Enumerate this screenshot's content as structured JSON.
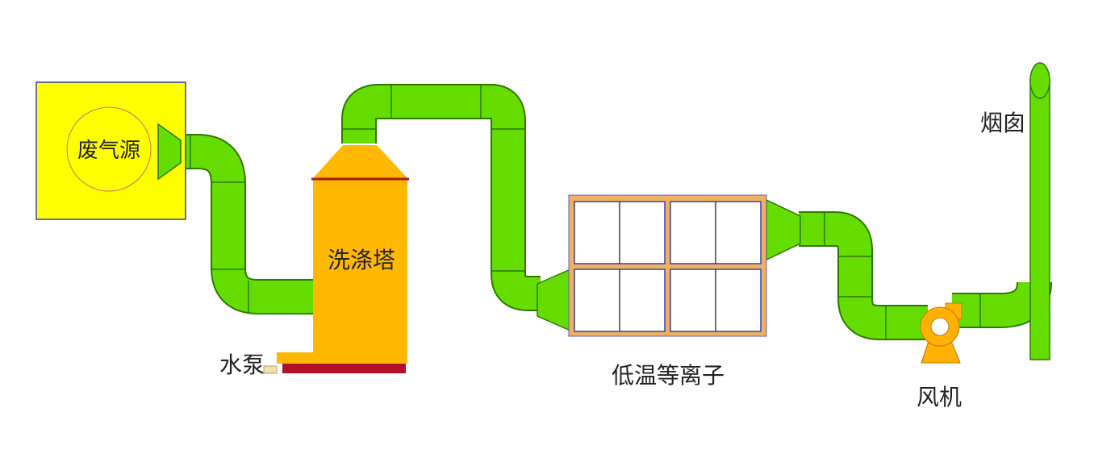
{
  "labels": {
    "source": "废气源",
    "scrubber": "洗涤塔",
    "pump": "水泵",
    "plasma": "低温等离子",
    "fan": "风机",
    "chimney": "烟囱"
  },
  "colors": {
    "pipe": "#66dd00",
    "pipe_stroke": "#2d7a00",
    "source_fill": "#ffff00",
    "source_stroke": "#3344aa",
    "tower_fill": "#ffb800",
    "tower_band": "#b0102a",
    "frame": "#f0b060",
    "fan": "#ffb000"
  }
}
